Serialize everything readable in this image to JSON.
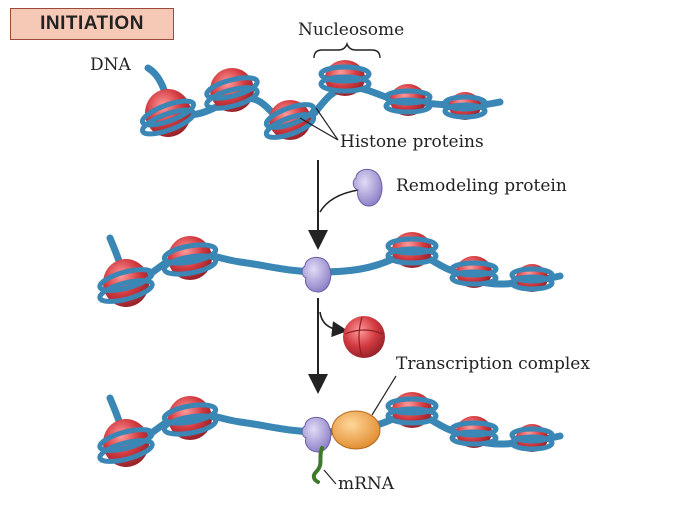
{
  "title": "INITIATION",
  "labels": {
    "dna": "DNA",
    "nucleosome": "Nucleosome",
    "histone": "Histone proteins",
    "remodeling": "Remodeling protein",
    "transcription": "Transcription complex",
    "mrna": "mRNA"
  },
  "colors": {
    "dna_strand": "#3a86b4",
    "histone_core": "#c8323a",
    "remodeling_protein": "#a79bd6",
    "transcription_complex": "#f2a85b",
    "mrna": "#3f7a2a",
    "title_fill": "#f6c9b7"
  },
  "icons": [
    "arrow-down-icon",
    "curved-arrow-icon"
  ]
}
